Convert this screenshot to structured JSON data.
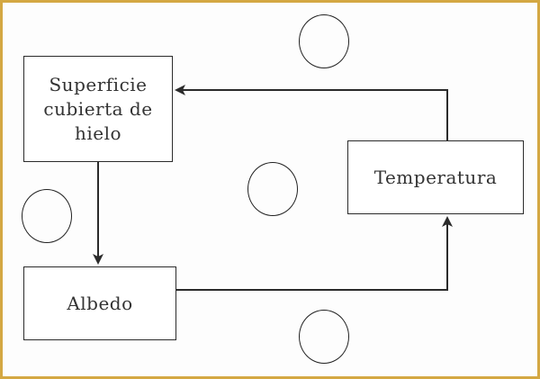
{
  "diagram": {
    "nodes": {
      "superficie": {
        "label": "Superficie\ncubierta de\nhielo"
      },
      "temperatura": {
        "label": "Temperatura"
      },
      "albedo": {
        "label": "Albedo"
      }
    },
    "edges": [
      {
        "from": "superficie",
        "to": "albedo"
      },
      {
        "from": "albedo",
        "to": "temperatura"
      },
      {
        "from": "temperatura",
        "to": "superficie"
      }
    ],
    "blank_circles": 4
  },
  "colors": {
    "frame": "#d4a843",
    "line": "#2b2b2b",
    "text": "#333333"
  }
}
